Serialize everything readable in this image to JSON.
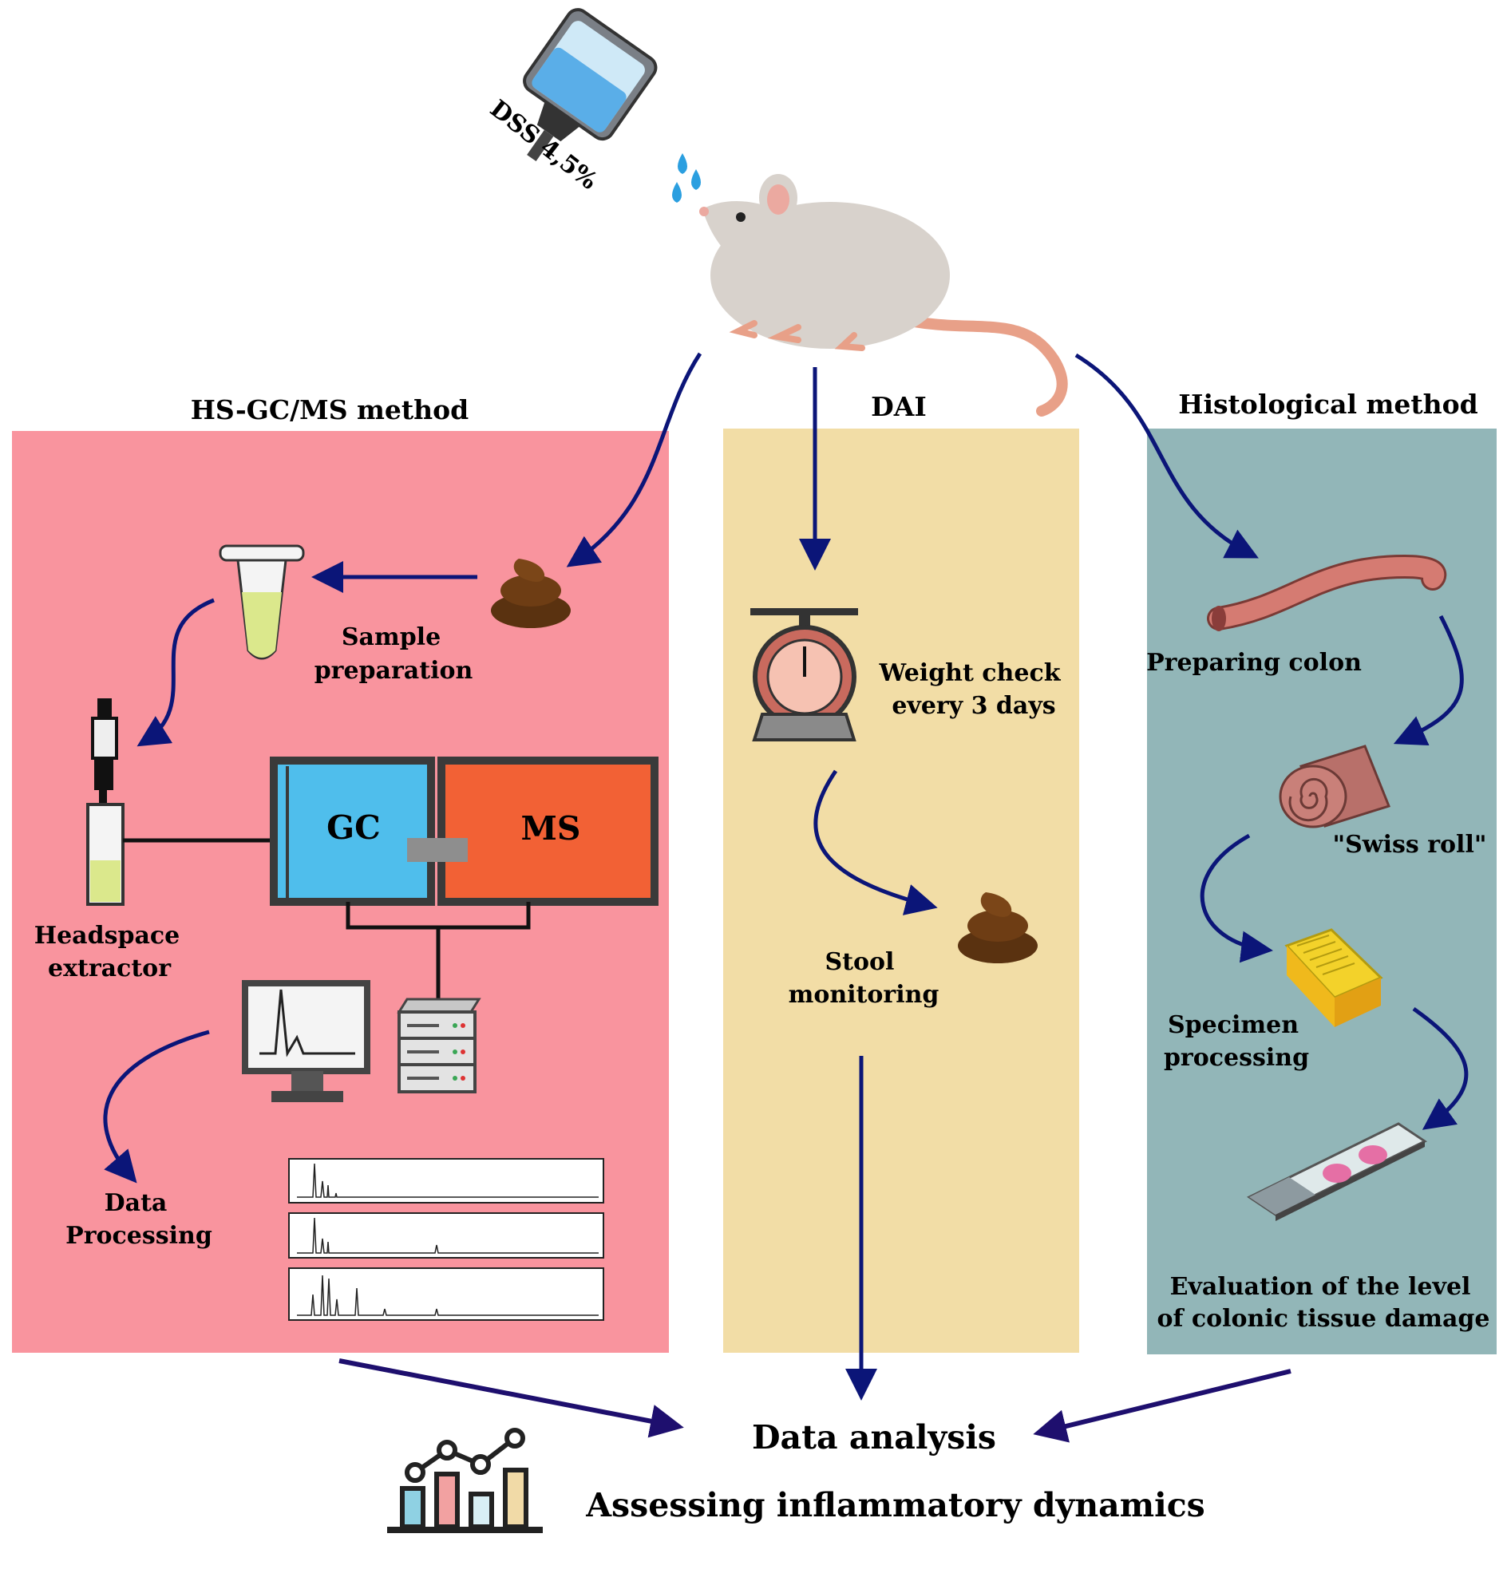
{
  "colors": {
    "hsgcms_panel": "#F9949E",
    "dai_panel": "#F2DDA6",
    "histo_panel": "#92B6B8",
    "arrow": "#0B1578",
    "gc_box": "#4FBEEC",
    "ms_box": "#F26135"
  },
  "top": {
    "dss_label": "DSS 4,5%"
  },
  "columns": {
    "hsgcms": {
      "title": "HS-GC/MS method"
    },
    "dai": {
      "title": "DAI"
    },
    "histological": {
      "title": "Histological method"
    }
  },
  "hsgcms": {
    "sample_prep": [
      "Sample",
      "preparation"
    ],
    "headspace": [
      "Headspace",
      "extractor"
    ],
    "gc_label": "GC",
    "ms_label": "MS",
    "data_processing": [
      "Data",
      "Processing"
    ]
  },
  "dai": {
    "weight": [
      "Weight check",
      "every 3 days"
    ],
    "stool": [
      "Stool",
      "monitoring"
    ]
  },
  "histological": {
    "colon": "Preparing colon",
    "swiss_roll": "\"Swiss roll\"",
    "specimen": [
      "Specimen",
      "processing"
    ],
    "evaluation": [
      "Evaluation of the level",
      "of colonic tissue damage"
    ]
  },
  "bottom": {
    "analysis": "Data analysis",
    "assessing": "Assessing inflammatory dynamics"
  },
  "icons": [
    "dropper-bottle-icon",
    "mouse-icon",
    "stool-icon",
    "microtube-icon",
    "headspace-syringe-icon",
    "gc-ms-instrument-icon",
    "computer-monitor-icon",
    "server-icon",
    "chromatogram-icon",
    "scale-icon",
    "colon-icon",
    "swiss-roll-icon",
    "cassette-icon",
    "slide-icon",
    "analytics-icon"
  ]
}
